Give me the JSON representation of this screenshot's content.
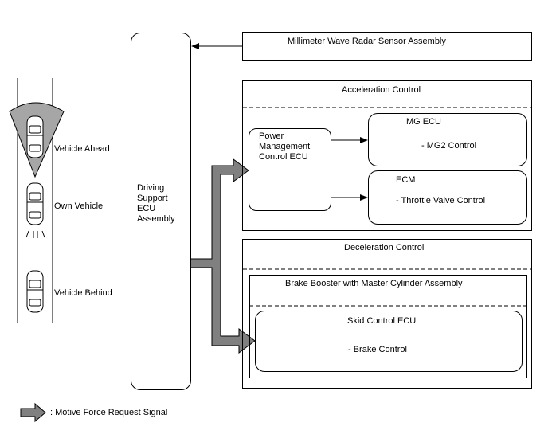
{
  "radar": {
    "label": "Millimeter Wave Radar Sensor Assembly"
  },
  "driving_ecu": {
    "lines": [
      "Driving",
      "Support",
      "ECU",
      "Assembly"
    ]
  },
  "acceleration": {
    "title": "Acceleration Control",
    "pm_ecu_lines": [
      "Power",
      "Management",
      "Control ECU"
    ],
    "mg_ecu": {
      "title": "MG ECU",
      "item": "- MG2 Control"
    },
    "ecm": {
      "title": "ECM",
      "item": "- Throttle Valve Control"
    }
  },
  "deceleration": {
    "title": "Deceleration Control",
    "brake_booster": "Brake Booster with Master Cylinder Assembly",
    "skid_ecu": {
      "title": "Skid Control ECU",
      "item": "- Brake Control"
    }
  },
  "vehicles": {
    "ahead": "Vehicle Ahead",
    "own": "Own Vehicle",
    "behind": "Vehicle Behind"
  },
  "legend": {
    "label": ": Motive Force Request Signal"
  },
  "colors": {
    "signal_arrow": "#808080",
    "radar_cone": "#a6a6a6"
  }
}
